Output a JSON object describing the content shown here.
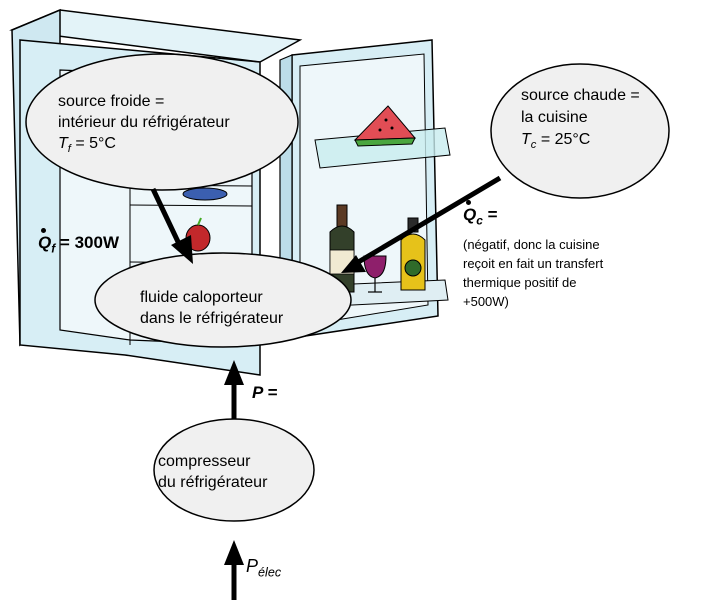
{
  "source_froide": {
    "line1": "source froide =",
    "line2": "intérieur du réfrigérateur",
    "temp_symbol": "T",
    "temp_sub": "f",
    "temp_value": " = 5°C"
  },
  "source_chaude": {
    "line1": "source chaude =",
    "line2": "la cuisine",
    "temp_symbol": "T",
    "temp_sub": "c",
    "temp_value": " = 25°C"
  },
  "fluide": {
    "line1": "fluide caloporteur",
    "line2": "dans le réfrigérateur"
  },
  "compresseur": {
    "line1": "compresseur",
    "line2": "du réfrigérateur"
  },
  "qf": {
    "symbol": "Q",
    "sub": "f",
    "value": " = 300W"
  },
  "qc": {
    "symbol": "Q",
    "sub": "c",
    "value": " =",
    "note1": "(négatif, donc la cuisine",
    "note2": "reçoit en fait un transfert",
    "note3": "thermique positif de",
    "note4": "+500W)"
  },
  "power": {
    "p_label": "P =",
    "pelec_symbol": "P",
    "pelec_sub": "élec"
  },
  "colors": {
    "cabinet_fill": "#d7eef5",
    "shelf_fill": "#e9f5f9",
    "ellipse_fill": "#f0f0f0",
    "stroke": "#000000"
  }
}
